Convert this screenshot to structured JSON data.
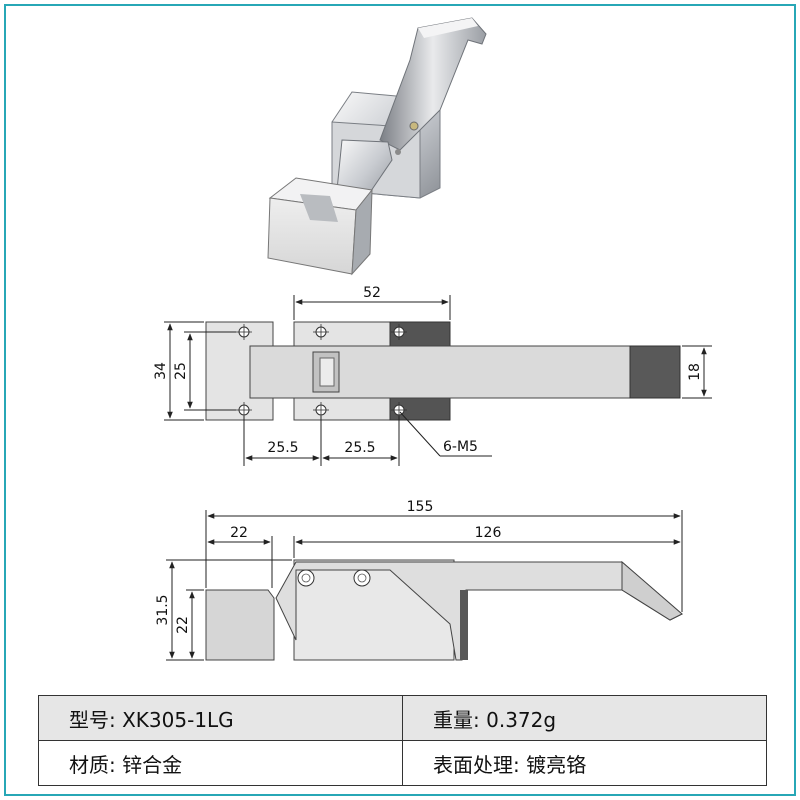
{
  "dimensions": {
    "top_view": {
      "width_52": "52",
      "height_34": "34",
      "height_25": "25",
      "height_18": "18",
      "spacing_a": "25.5",
      "spacing_b": "25.5",
      "holes": "6-M5"
    },
    "side_view": {
      "length_155": "155",
      "length_22": "22",
      "length_126": "126",
      "height_31_5": "31.5",
      "height_22": "22"
    }
  },
  "specs": {
    "model_label": "型号:",
    "model_value": "XK305-1LG",
    "weight_label": "重量:",
    "weight_value": "0.372g",
    "material_label": "材质:",
    "material_value": "锌合金",
    "finish_label": "表面处理:",
    "finish_value": "镀亮铬"
  },
  "colors": {
    "frame": "#27a7b6",
    "metal_light": "#e4e4e4",
    "metal_dark": "#555555"
  }
}
